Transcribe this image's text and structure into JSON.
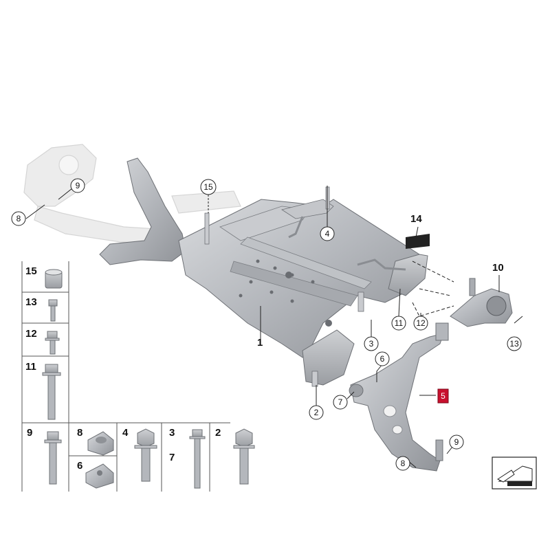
{
  "callouts": {
    "c9_top": "9",
    "c8_top": "8",
    "c15": "15",
    "c4": "4",
    "c14": "14",
    "c10": "10",
    "c11": "11",
    "c12": "12",
    "c13": "13",
    "c3": "3",
    "c1": "1",
    "c2": "2",
    "c7": "7",
    "c6": "6",
    "c5": "5",
    "c9_bottom": "9",
    "c8_bottom": "8"
  },
  "parts_grid": {
    "p15": "15",
    "p13": "13",
    "p12": "12",
    "p11": "11",
    "p9": "9",
    "p8": "8",
    "p6": "6",
    "p4": "4",
    "p3": "3",
    "p7": "7",
    "p2": "2"
  },
  "colors": {
    "highlight_red": "#c8102e",
    "part_grey": "#b9bcc1",
    "ghost_grey": "#e6e6e6"
  }
}
